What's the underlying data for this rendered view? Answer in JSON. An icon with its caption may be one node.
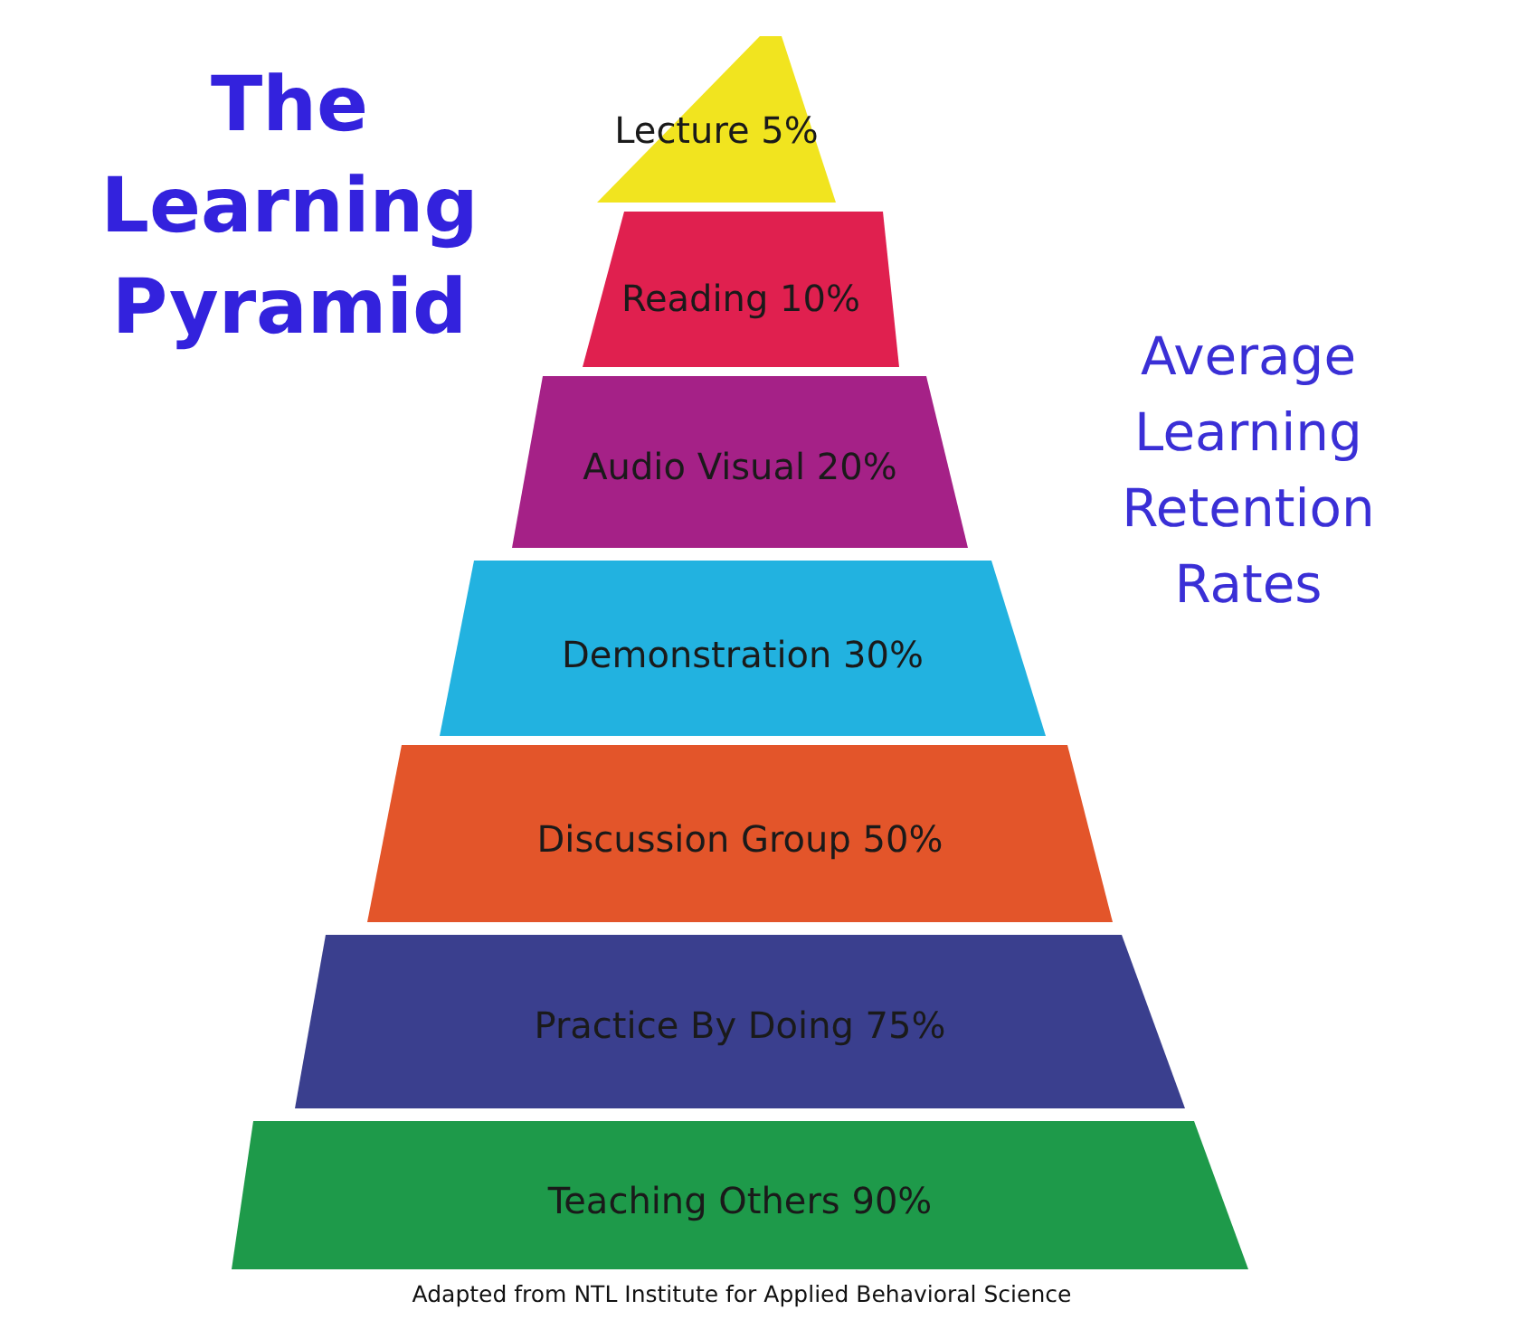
{
  "diagram": {
    "title": "The Learning Pyramid",
    "caption": "Adapted from NTL Institute for Applied Behavioral Science",
    "nodes": [
      {
        "text": [
          "Lecture 5%"
        ]
      },
      {
        "text": [
          "Reading 10%"
        ]
      },
      {
        "text": [
          "Audio Visual 20%"
        ]
      },
      {
        "text": [
          "Demonstration 30%"
        ]
      },
      {
        "text": [
          "Discussion Group 50%"
        ]
      },
      {
        "text": [
          "Practice By Doing 75%"
        ]
      },
      {
        "text": [
          "Teaching Others 90%"
        ]
      }
    ],
    "labels": [
      "Average Learning Retention Rates"
    ]
  }
}
